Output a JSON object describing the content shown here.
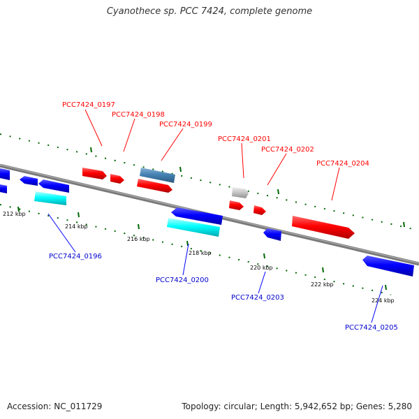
{
  "title": "Cyanothece sp. PCC 7424, complete genome",
  "footer": {
    "accession": "Accession: NC_011729",
    "summary": "Topology: circular; Length: 5,942,652 bp; Genes: 5,280"
  },
  "colors": {
    "forward": "#ff0000",
    "reverse": "#0000ff",
    "steel": "#4682b4",
    "cyan": "#00ffff",
    "gray": "#c8c8c8",
    "backbone": "#808080",
    "ticks": "#006600"
  },
  "scale": [
    "212 kbp",
    "214 kbp",
    "216 kbp",
    "218 kbp",
    "220 kbp",
    "222 kbp",
    "224 kbp"
  ],
  "genes": [
    {
      "label": "PCC7424_0196",
      "color": "cyan",
      "strand": "reverse",
      "labeled": true
    },
    {
      "label": "PCC7424_0197",
      "color": "forward",
      "strand": "forward",
      "labeled": true
    },
    {
      "label": "PCC7424_0198",
      "color": "forward",
      "strand": "forward",
      "labeled": true
    },
    {
      "label": "PCC7424_0199",
      "color": "steel",
      "strand": "forward",
      "labeled": true
    },
    {
      "label": "PCC7424_0200",
      "color": "cyan",
      "strand": "reverse",
      "labeled": true
    },
    {
      "label": "PCC7424_0201",
      "color": "gray",
      "strand": "forward",
      "labeled": true
    },
    {
      "label": "PCC7424_0202",
      "color": "forward",
      "strand": "forward",
      "labeled": true
    },
    {
      "label": "PCC7424_0203",
      "color": "reverse",
      "strand": "reverse",
      "labeled": true
    },
    {
      "label": "PCC7424_0204",
      "color": "forward",
      "strand": "forward",
      "labeled": true
    },
    {
      "label": "PCC7424_0205",
      "color": "reverse",
      "strand": "reverse",
      "labeled": true
    }
  ]
}
